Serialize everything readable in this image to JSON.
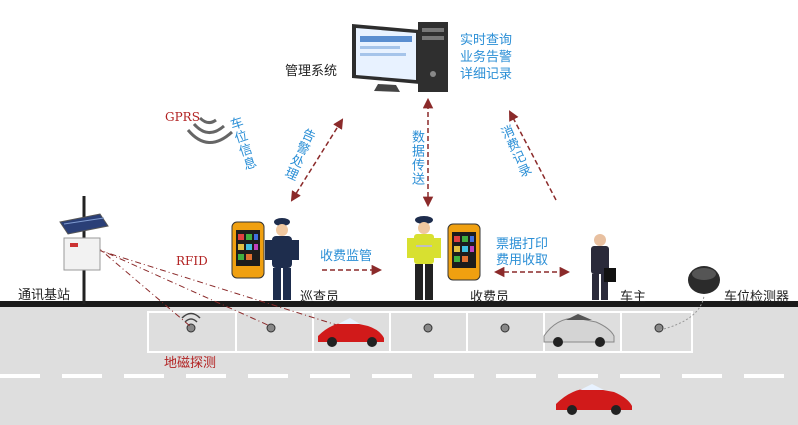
{
  "system": {
    "name": "管理系统",
    "features": [
      "实时查询",
      "业务告警",
      "详细记录"
    ]
  },
  "labels": {
    "gprs": "GPRS",
    "vehicle_info": "车位信息",
    "alarm_handling": "告警处理",
    "data_transfer": "数据传送",
    "consumption_record": "消费记录",
    "rfid": "RFID",
    "fee_monitoring": "收费监管",
    "ticket_print": "票据打印",
    "fee_collection": "费用收取",
    "base_station": "通讯基站",
    "patrol_officer": "巡查员",
    "toll_collector": "收费员",
    "car_owner": "车主",
    "space_detector": "车位检测器",
    "geomagnetic_detection": "地磁探测"
  },
  "colors": {
    "blue_text": "#2b8fd6",
    "red_text": "#b22222",
    "arrow": "#8b2a2a",
    "road": "#dedede",
    "curb": "#1a1a1a"
  }
}
